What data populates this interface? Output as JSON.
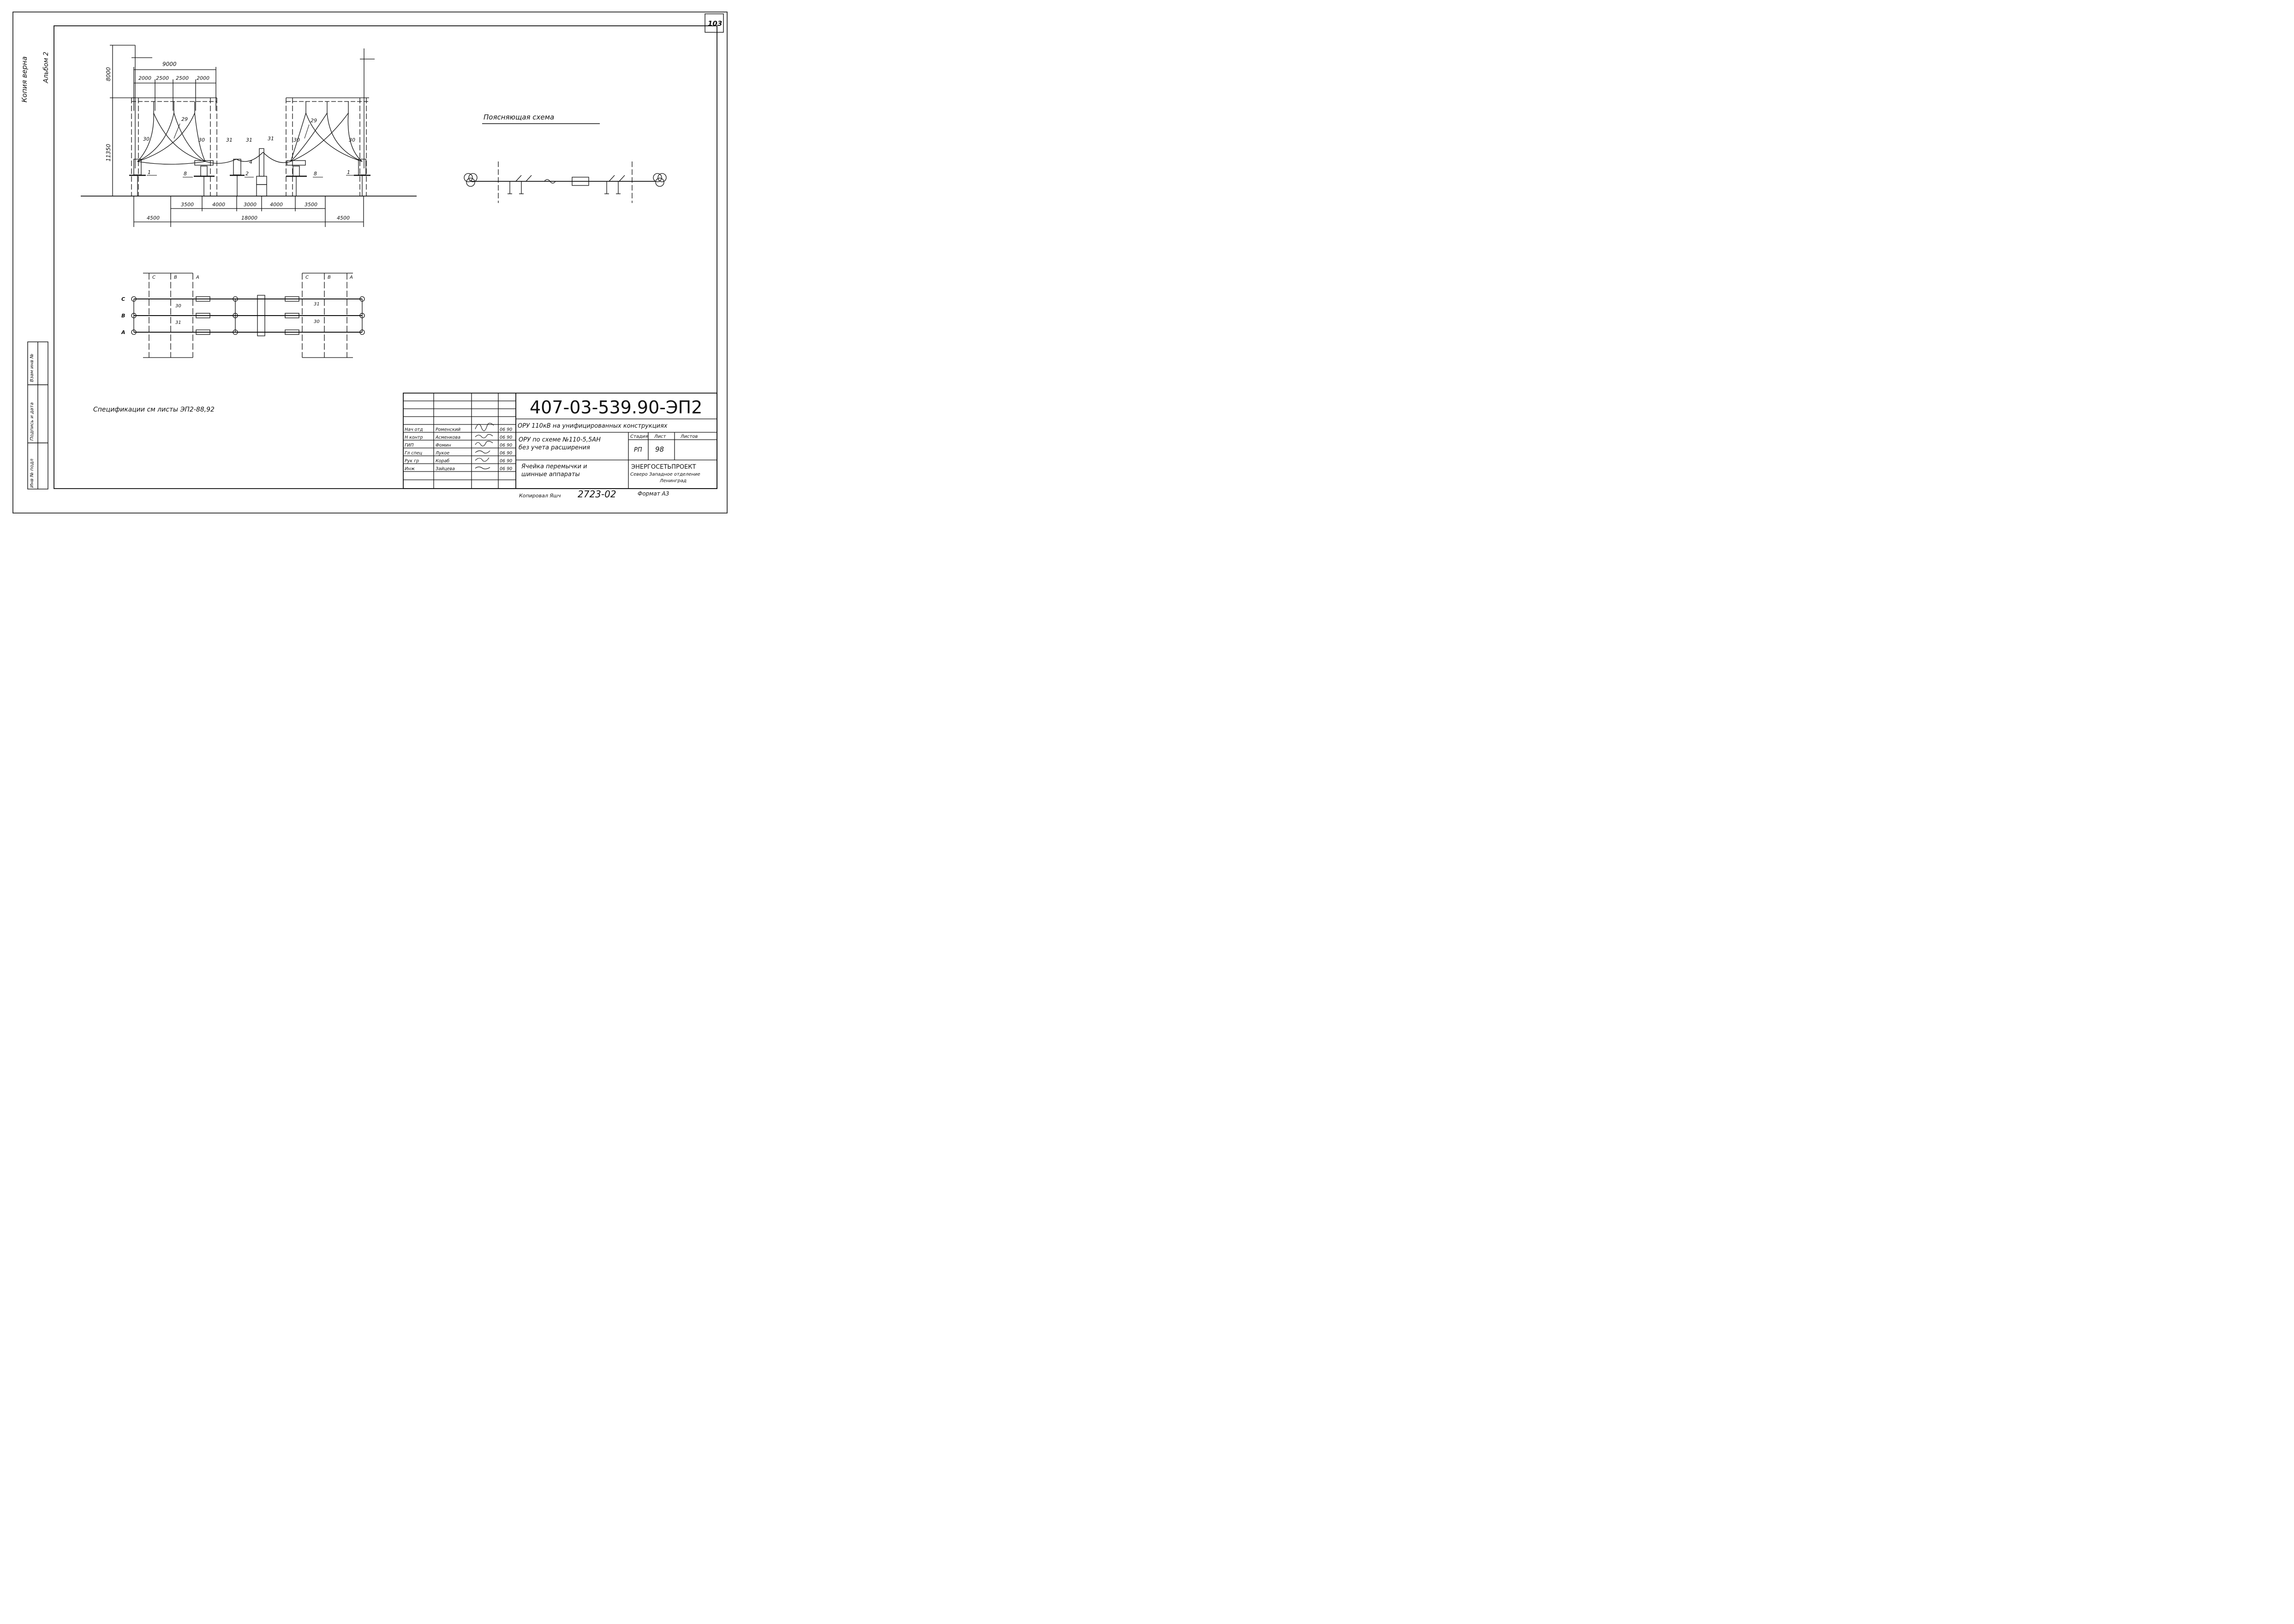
{
  "sheet_number": "103",
  "left_margin": {
    "copy_note": "Копия верна",
    "album": "Альбом 2",
    "stamp_labels": [
      "Инв № подл",
      "Подпись и дата",
      "Взам инв №"
    ]
  },
  "elevation": {
    "dims_top": [
      "9000",
      "2000",
      "2500",
      "2500",
      "2000"
    ],
    "dim_height_top": "8000",
    "dim_height_main": "11350",
    "dims_bottom_row1": [
      "3500",
      "4000",
      "3000",
      "4000",
      "3500"
    ],
    "dims_bottom_row2": [
      "4500",
      "18000",
      "4500"
    ],
    "callouts": [
      "29",
      "29",
      "30",
      "30",
      "30",
      "30",
      "31",
      "31",
      "31",
      "1",
      "1",
      "2",
      "4",
      "8",
      "8"
    ]
  },
  "plan": {
    "phase_labels": [
      "C",
      "B",
      "A"
    ],
    "axis_labels": [
      "C",
      "B",
      "A",
      "C",
      "B",
      "A"
    ],
    "callouts": [
      "30",
      "31",
      "31",
      "30"
    ]
  },
  "explanatory_scheme": {
    "title": "Поясняющая схема"
  },
  "spec_note": "Спецификации см листы ЭП2-88,92",
  "title_block": {
    "code": "407-03-539.90-ЭП2",
    "project": "ОРУ 110кВ на унифицированных конструкциях",
    "scheme": [
      "ОРУ по схеме №110-5,5АН",
      "без учета расширения"
    ],
    "sheet_title": [
      "Ячейка перемычки и",
      "шинные аппараты"
    ],
    "headers": {
      "stage": "Стадия",
      "sheet": "Лист",
      "sheets": "Листов"
    },
    "stage": "РП",
    "sheet": "98",
    "organization": [
      "ЭНЕРГОСЕТЬПРОЕКТ",
      "Северо Западное отделение",
      "Ленинград"
    ],
    "signatures": [
      {
        "role": "Нач отд",
        "name": "Роменский",
        "date": "06 90"
      },
      {
        "role": "Н контр",
        "name": "Асменкова",
        "date": "06 90"
      },
      {
        "role": "ГИП",
        "name": "Фомин",
        "date": "06 90"
      },
      {
        "role": "Гл спец",
        "name": "Лукое",
        "date": "06 90"
      },
      {
        "role": "Рук гр",
        "name": "Кораб",
        "date": "06 90"
      },
      {
        "role": "Инж",
        "name": "Зайцева",
        "date": "06 90"
      }
    ]
  },
  "copied_by": "Копировал Яшч",
  "archive_no": "2723-02",
  "format": "Формат А3"
}
